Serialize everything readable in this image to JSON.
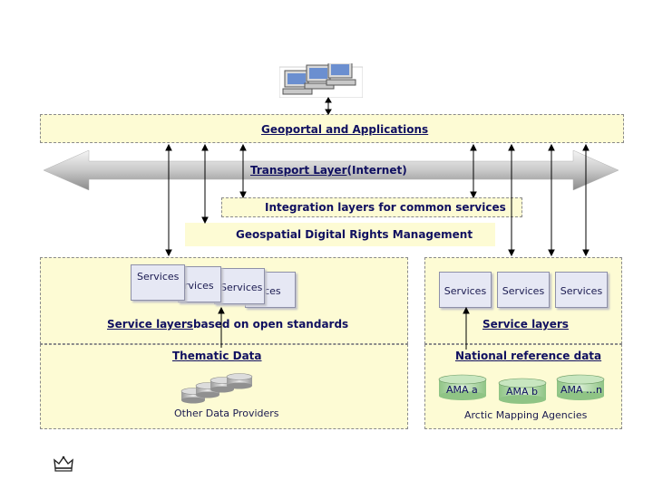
{
  "geoportal": {
    "title": "Geoportal and Applications"
  },
  "transport": {
    "title": "Transport Layer",
    "suffix": " (Internet)"
  },
  "integration": {
    "title": "Integration layers for common services"
  },
  "rights": {
    "title": "Geospatial Digital Rights Management"
  },
  "left_panel": {
    "service_tiles": [
      "Services",
      "rvices",
      "Services",
      "rvices"
    ],
    "service_layers_title": "Service layers",
    "service_layers_suffix": " based on open standards",
    "thematic_title": "Thematic Data",
    "provider_label": "Other Data Providers"
  },
  "right_panel": {
    "service_tiles": [
      "Services",
      "Services",
      "Services"
    ],
    "service_layers_title": "Service layers",
    "national_title": "National reference data",
    "agencies": [
      "AMA a",
      "AMA b",
      "AMA …n"
    ],
    "agency_group_label": "Arctic Mapping Agencies"
  },
  "icons": {
    "computers": "computer-workstations-icon",
    "crown": "crown-icon"
  },
  "colors": {
    "band_fill": "#fdfbd4",
    "title_text": "#101060",
    "cylinder_green": "#b9ddb0",
    "tile_fill": "#e6e8f4"
  }
}
